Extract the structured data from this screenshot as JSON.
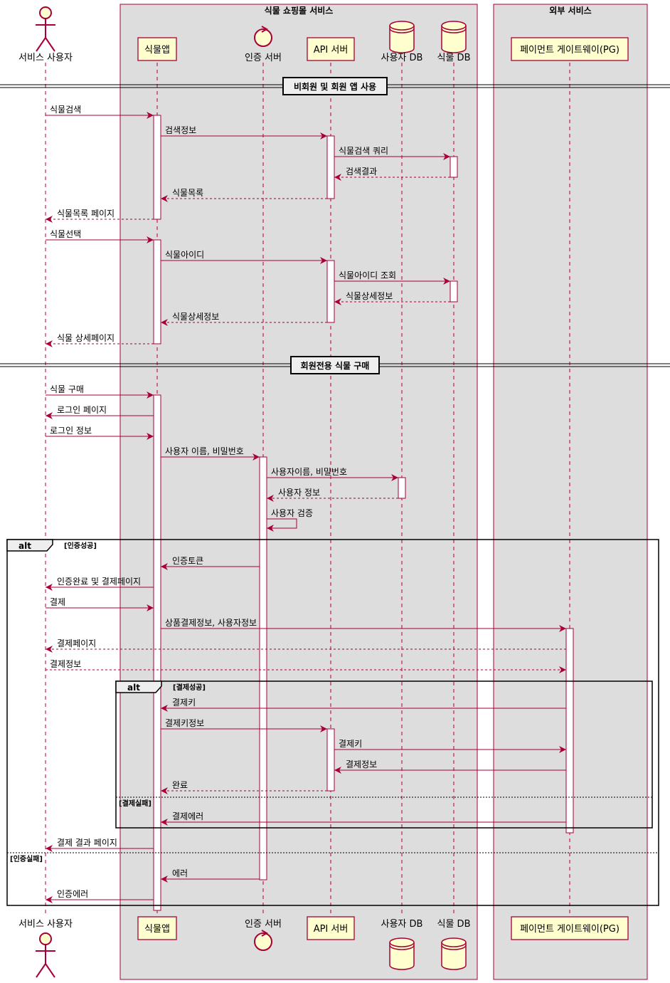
{
  "boxes": [
    {
      "id": "shop",
      "title": "식물 쇼핑몰 서비스"
    },
    {
      "id": "external",
      "title": "외부 서비스"
    }
  ],
  "participants": [
    {
      "id": "user",
      "label": "서비스 사용자",
      "kind": "actor"
    },
    {
      "id": "app",
      "label": "식물앱",
      "kind": "participant"
    },
    {
      "id": "auth",
      "label": "인증 서버",
      "kind": "control"
    },
    {
      "id": "api",
      "label": "API 서버",
      "kind": "participant"
    },
    {
      "id": "userdb",
      "label": "사용자 DB",
      "kind": "database"
    },
    {
      "id": "plantdb",
      "label": "식물 DB",
      "kind": "database"
    },
    {
      "id": "pg",
      "label": "페이먼트 게이트웨이(PG)",
      "kind": "participant"
    }
  ],
  "dividers": [
    {
      "id": "d1",
      "label": "비회원 및 회원 앱 사용"
    },
    {
      "id": "d2",
      "label": "회원전용 식물 구매"
    }
  ],
  "messages": [
    {
      "from": "user",
      "to": "app",
      "label": "식물검색",
      "type": "sync"
    },
    {
      "from": "app",
      "to": "api",
      "label": "검색정보",
      "type": "sync"
    },
    {
      "from": "api",
      "to": "plantdb",
      "label": "식물검색 쿼리",
      "type": "sync"
    },
    {
      "from": "plantdb",
      "to": "api",
      "label": "검색결과",
      "type": "return"
    },
    {
      "from": "api",
      "to": "app",
      "label": "식물목록",
      "type": "return"
    },
    {
      "from": "app",
      "to": "user",
      "label": "식물목록 페이지",
      "type": "return"
    },
    {
      "from": "user",
      "to": "app",
      "label": "식물선택",
      "type": "sync"
    },
    {
      "from": "app",
      "to": "api",
      "label": "식물아이디",
      "type": "sync"
    },
    {
      "from": "api",
      "to": "plantdb",
      "label": "식물아이디 조회",
      "type": "sync"
    },
    {
      "from": "plantdb",
      "to": "api",
      "label": "식물상세정보",
      "type": "return"
    },
    {
      "from": "api",
      "to": "app",
      "label": "식물상세정보",
      "type": "return"
    },
    {
      "from": "app",
      "to": "user",
      "label": "식물 상세페이지",
      "type": "return"
    },
    {
      "from": "user",
      "to": "app",
      "label": "식물 구매",
      "type": "sync"
    },
    {
      "from": "app",
      "to": "user",
      "label": "로그인 페이지",
      "type": "sync"
    },
    {
      "from": "user",
      "to": "app",
      "label": "로그인 정보",
      "type": "sync"
    },
    {
      "from": "app",
      "to": "auth",
      "label": "사용자 이름, 비밀번호",
      "type": "sync"
    },
    {
      "from": "auth",
      "to": "userdb",
      "label": "사용자이름, 비밀번호",
      "type": "sync"
    },
    {
      "from": "userdb",
      "to": "auth",
      "label": "사용자 정보",
      "type": "return"
    },
    {
      "from": "auth",
      "to": "auth",
      "label": "사용자 검증",
      "type": "self"
    },
    {
      "from": "auth",
      "to": "app",
      "label": "인증토큰",
      "type": "sync"
    },
    {
      "from": "app",
      "to": "user",
      "label": "인증완료 및 결제페이지",
      "type": "sync"
    },
    {
      "from": "user",
      "to": "app",
      "label": "결제",
      "type": "sync"
    },
    {
      "from": "app",
      "to": "pg",
      "label": "상품결제정보, 사용자정보",
      "type": "sync"
    },
    {
      "from": "pg",
      "to": "user",
      "label": "결제페이지",
      "type": "return"
    },
    {
      "from": "user",
      "to": "pg",
      "label": "결제정보",
      "type": "return"
    },
    {
      "from": "pg",
      "to": "app",
      "label": "결제키",
      "type": "sync"
    },
    {
      "from": "app",
      "to": "api",
      "label": "결제키정보",
      "type": "sync"
    },
    {
      "from": "api",
      "to": "pg",
      "label": "결제키",
      "type": "sync"
    },
    {
      "from": "pg",
      "to": "api",
      "label": "결제정보",
      "type": "sync"
    },
    {
      "from": "api",
      "to": "app",
      "label": "완료",
      "type": "return"
    },
    {
      "from": "pg",
      "to": "app",
      "label": "결제에러",
      "type": "sync"
    },
    {
      "from": "app",
      "to": "user",
      "label": "결제 결과 페이지",
      "type": "sync"
    },
    {
      "from": "auth",
      "to": "app",
      "label": "에러",
      "type": "sync"
    },
    {
      "from": "app",
      "to": "user",
      "label": "인증에러",
      "type": "sync"
    }
  ],
  "fragments": [
    {
      "id": "alt-auth",
      "keyword": "alt",
      "guard": "인증성공",
      "else_guard": "인증실패"
    },
    {
      "id": "alt-pay",
      "keyword": "alt",
      "guard": "결제성공",
      "else_guard": "결제실패"
    }
  ],
  "colors": {
    "box_fill": "#dddddd",
    "box_border": "#a80036",
    "participant_fill": "#fefece",
    "arrow": "#a80036",
    "lifeline": "#a80036",
    "text": "#000000"
  }
}
